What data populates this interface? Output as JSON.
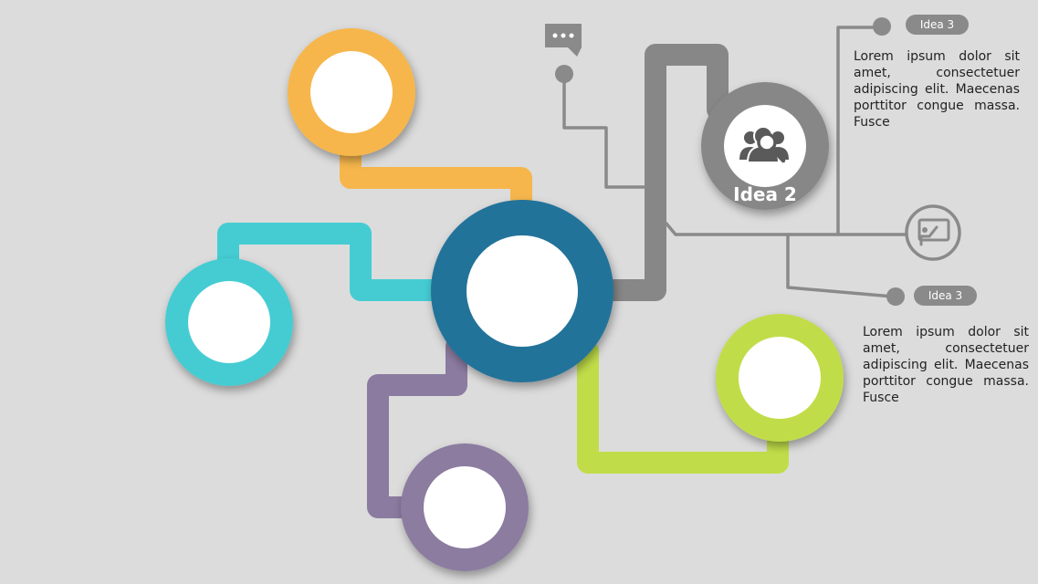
{
  "hub": {
    "label": "Idea 2"
  },
  "callout_top": {
    "label": "Idea 3",
    "text": "Lorem ipsum dolor sit amet, consectetuer adipiscing elit. Maecenas porttitor congue massa. Fusce"
  },
  "callout_bottom": {
    "label": "Idea 3",
    "text": "Lorem ipsum dolor sit amet, consectetuer adipiscing elit. Maecenas porttitor congue massa. Fusce"
  },
  "icons": {
    "chat": "chat-bubble-icon",
    "team_search": "team-search-icon",
    "presentation": "presentation-board-icon"
  },
  "colors": {
    "background": "#dcdcdc",
    "center": "#24739a",
    "orange": "#f6b64c",
    "cyan": "#45ccd3",
    "purple": "#8b7ba0",
    "lime": "#c0dd49",
    "gray": "#878787",
    "connector_gray": "#8a8a8a"
  }
}
